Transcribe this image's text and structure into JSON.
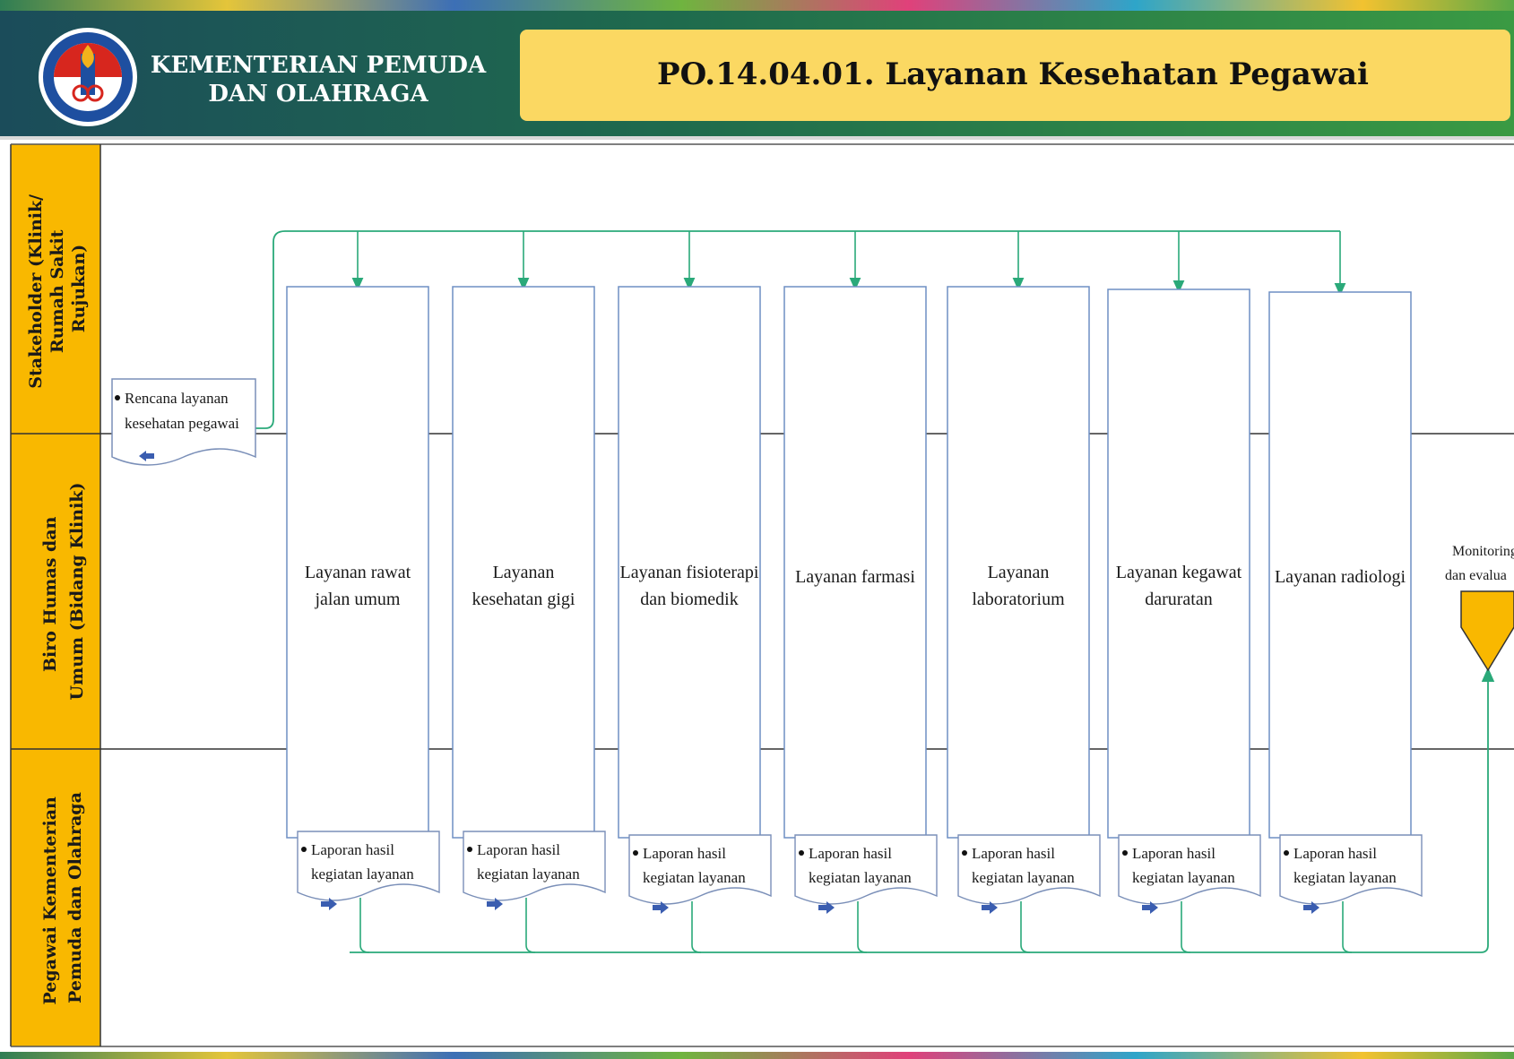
{
  "header": {
    "org_line1": "KEMENTERIAN PEMUDA",
    "org_line2": "DAN OLAHRAGA",
    "title": "PO.14.04.01.  Layanan Kesehatan Pegawai"
  },
  "lanes": [
    {
      "line1": "Stakeholder (Klinik/",
      "line2": "Rumah Sakit",
      "line3": "Rujukan)"
    },
    {
      "line1": "Biro Humas dan",
      "line2": "Umum (Bidang Klinik)"
    },
    {
      "line1": "Pegawai Kementerian",
      "line2": "Pemuda dan Olahraga"
    }
  ],
  "start_doc": {
    "line1": "Rencana layanan",
    "line2": "kesehatan pegawai"
  },
  "processes": [
    {
      "line1": "Layanan rawat",
      "line2": "jalan umum"
    },
    {
      "line1": "Layanan",
      "line2": "kesehatan gigi"
    },
    {
      "line1": "Layanan fisioterapi",
      "line2": "dan biomedik"
    },
    {
      "line1": "Layanan farmasi",
      "line2": ""
    },
    {
      "line1": "Layanan",
      "line2": "laboratorium"
    },
    {
      "line1": "Layanan kegawat",
      "line2": "daruratan"
    },
    {
      "line1": "Layanan radiologi",
      "line2": ""
    }
  ],
  "report_doc": {
    "line1": "Laporan hasil",
    "line2": "kegiatan layanan"
  },
  "monitoring": {
    "line1": "Monitoring",
    "line2": "dan evalua"
  },
  "colors": {
    "header_bg": "#1f5a4a",
    "title_box": "#fbd862",
    "lane_label": "#f9b800",
    "connector": "#2aa979",
    "process_border": "#6e8fc4",
    "arrow_icon": "#3a5db0",
    "off_page": "#f9b800"
  }
}
